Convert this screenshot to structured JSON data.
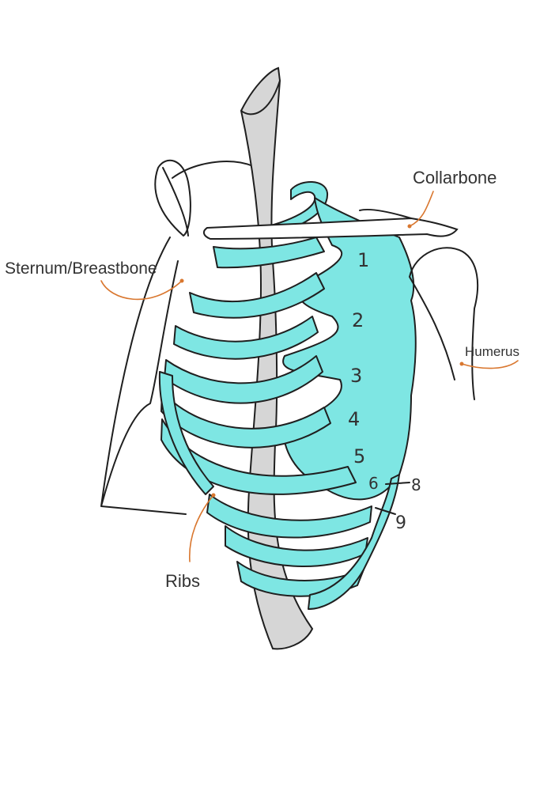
{
  "colors": {
    "rib_fill": "#7ee6e3",
    "sternum_fill": "#d6d6d6",
    "outline": "#1f1f1f",
    "leader": "#d9772f",
    "label_text": "#333333"
  },
  "labels": {
    "collarbone": "Collarbone",
    "sternum": "Sternum/Breastbone",
    "humerus": "Humerus",
    "ribs": "Ribs"
  },
  "rib_numbers": {
    "r1": "1",
    "r2": "2",
    "r3": "3",
    "r4": "4",
    "r5": "5",
    "r6": "6",
    "r8": "8",
    "r9": "9"
  }
}
